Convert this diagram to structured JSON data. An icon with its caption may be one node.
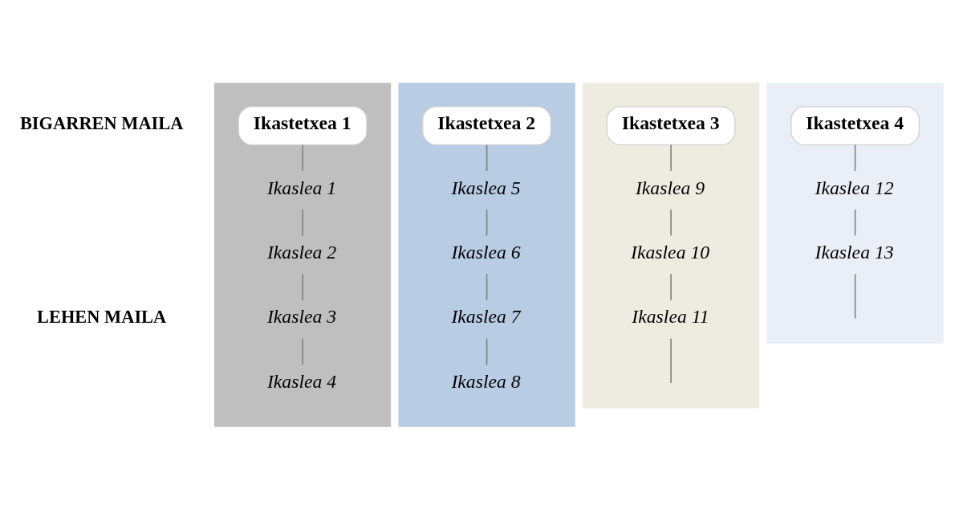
{
  "diagram": {
    "nodes": [
      {
        "text": [],
        "shape": "box"
      },
      {
        "text": [
          "Ikastetxea 1"
        ],
        "in": 0
      },
      {
        "text": [
          "Ikaslea 1"
        ],
        "in": 0
      },
      {
        "text": [
          "Ikaslea 2"
        ],
        "in": 0
      },
      {
        "text": [
          "Ikaslea 3"
        ],
        "in": 0
      },
      {
        "text": [
          "Ikaslea 4"
        ],
        "in": 0
      },
      {
        "text": [],
        "shape": "box"
      },
      {
        "text": [
          "Ikastetxea 2"
        ],
        "in": 6
      },
      {
        "text": [
          "Ikaslea 5"
        ],
        "in": 6
      },
      {
        "text": [
          "Ikaslea 6"
        ],
        "in": 6
      },
      {
        "text": [
          "Ikaslea 7"
        ],
        "in": 6
      },
      {
        "text": [
          "Ikaslea 8"
        ],
        "in": 6
      },
      {
        "text": [],
        "shape": "box"
      },
      {
        "text": [
          "Ikastetxea 3"
        ],
        "in": 12
      },
      {
        "text": [
          "Ikaslea 9"
        ],
        "in": 12
      },
      {
        "text": [
          "Ikaslea 10"
        ],
        "in": 12
      },
      {
        "text": [
          "Ikaslea 11"
        ],
        "in": 12
      },
      {
        "text": [],
        "shape": "box"
      },
      {
        "text": [
          "Ikastetxea 4"
        ],
        "in": 17
      },
      {
        "text": [
          "Ikaslea 12"
        ],
        "in": 17
      },
      {
        "text": [
          "Ikaslea 13"
        ],
        "in": 17
      }
    ],
    "edges": [
      {
        "from": 1,
        "to": 2,
        "arrow": "none"
      },
      {
        "from": 2,
        "to": 3,
        "arrow": "none"
      },
      {
        "from": 3,
        "to": 4,
        "arrow": "none"
      },
      {
        "from": 4,
        "to": 5,
        "arrow": "none"
      },
      {
        "from": 7,
        "to": 8,
        "arrow": "none"
      },
      {
        "from": 8,
        "to": 9,
        "arrow": "none"
      },
      {
        "from": 9,
        "to": 10,
        "arrow": "none"
      },
      {
        "from": 10,
        "to": 11,
        "arrow": "none"
      },
      {
        "from": 13,
        "to": 14,
        "arrow": "none"
      },
      {
        "from": 14,
        "to": 15,
        "arrow": "none"
      },
      {
        "from": 15,
        "to": 16,
        "arrow": "none"
      },
      {
        "from": 16,
        "to": null,
        "arrow": "none"
      },
      {
        "from": 18,
        "to": 19,
        "arrow": "none"
      },
      {
        "from": 19,
        "to": 20,
        "arrow": "none"
      },
      {
        "from": 20,
        "to": null,
        "arrow": "none"
      }
    ],
    "labels": [
      "BIGARREN MAILA",
      "LEHEN MAILA"
    ]
  }
}
